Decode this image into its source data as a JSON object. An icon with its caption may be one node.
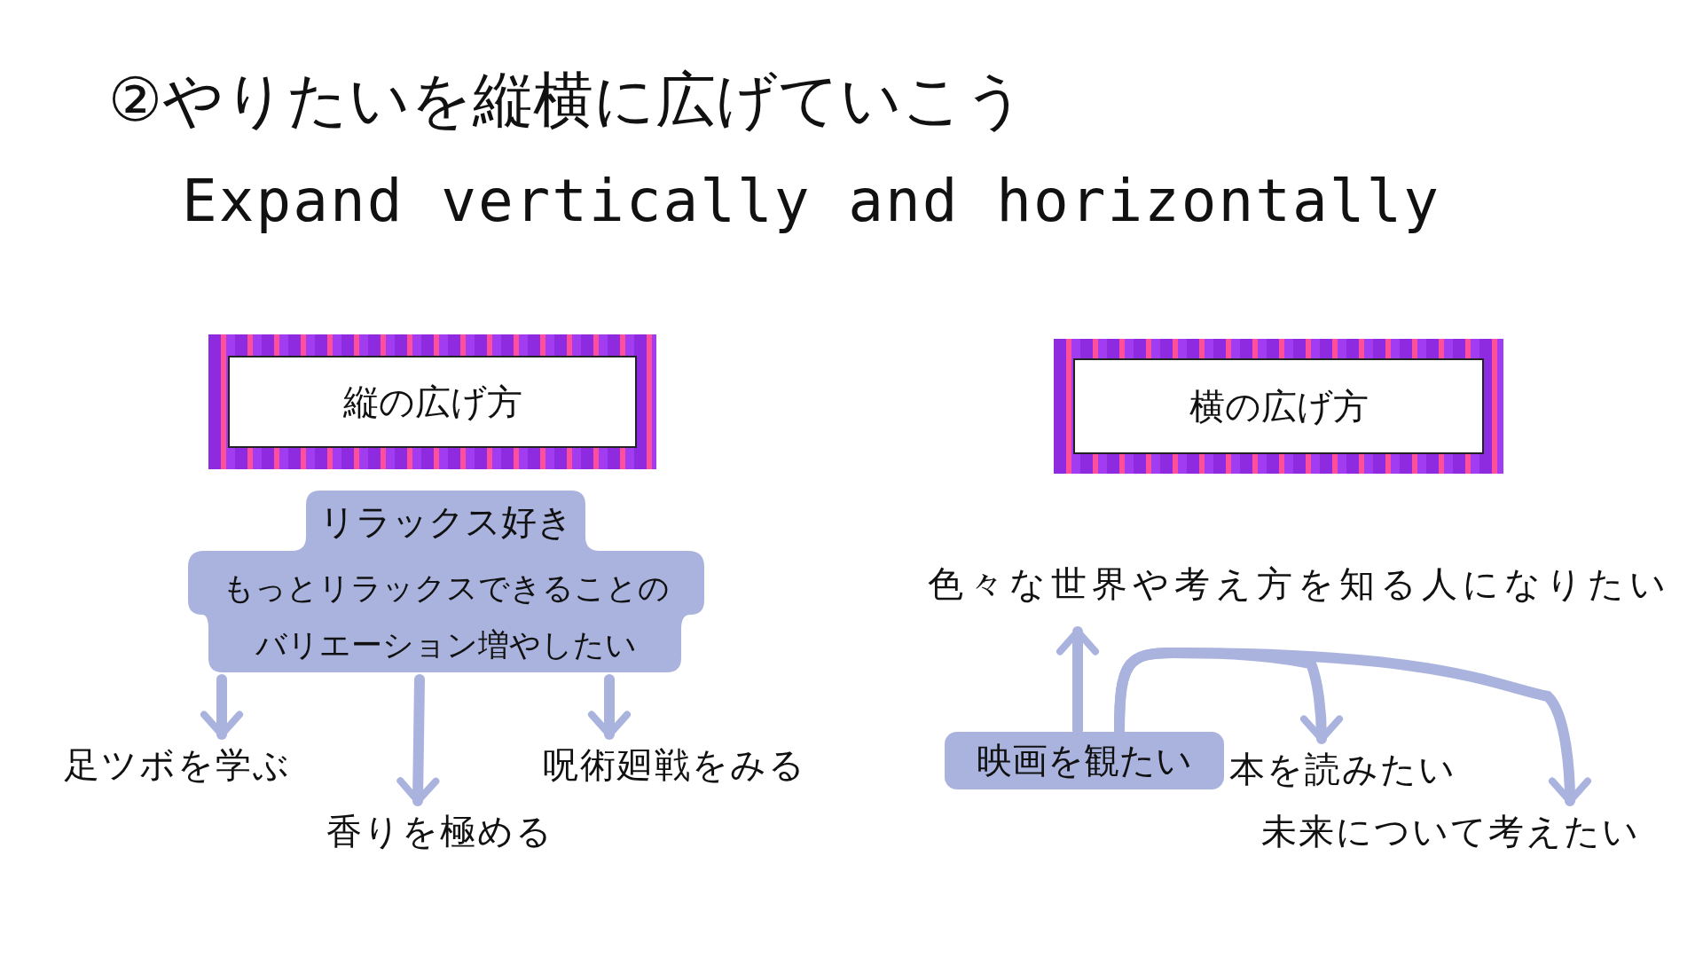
{
  "diagram": {
    "title": "②やりたいを縦横に広げていこう",
    "nodes": [
      {
        "text": [
          "縦の広げ方"
        ]
      },
      {
        "text": [
          "横の広げ方"
        ]
      },
      {
        "text": [
          "リラックス好き",
          "もっとリラックスできることのバリエーション増やしたい"
        ]
      },
      {
        "text": [
          "足ツボを学ぶ"
        ]
      },
      {
        "text": [
          "香りを極める"
        ]
      },
      {
        "text": [
          "呪術廻戦をみる"
        ]
      },
      {
        "text": [
          "色々な世界や考え方を知る人になりたい"
        ]
      },
      {
        "text": [
          "映画を観たい"
        ]
      },
      {
        "text": [
          "本を読みたい"
        ]
      },
      {
        "text": [
          "未来について考えたい"
        ]
      }
    ],
    "edges": [
      {
        "from": 2,
        "to": 3,
        "arrow": "to"
      },
      {
        "from": 2,
        "to": 4,
        "arrow": "to"
      },
      {
        "from": 2,
        "to": 5,
        "arrow": "to"
      },
      {
        "from": 7,
        "to": 6,
        "arrow": "to"
      },
      {
        "from": 7,
        "to": 8,
        "arrow": "to"
      },
      {
        "from": 7,
        "to": 9,
        "arrow": "to"
      }
    ],
    "labels": [
      "Expand vertically and horizontally"
    ]
  }
}
